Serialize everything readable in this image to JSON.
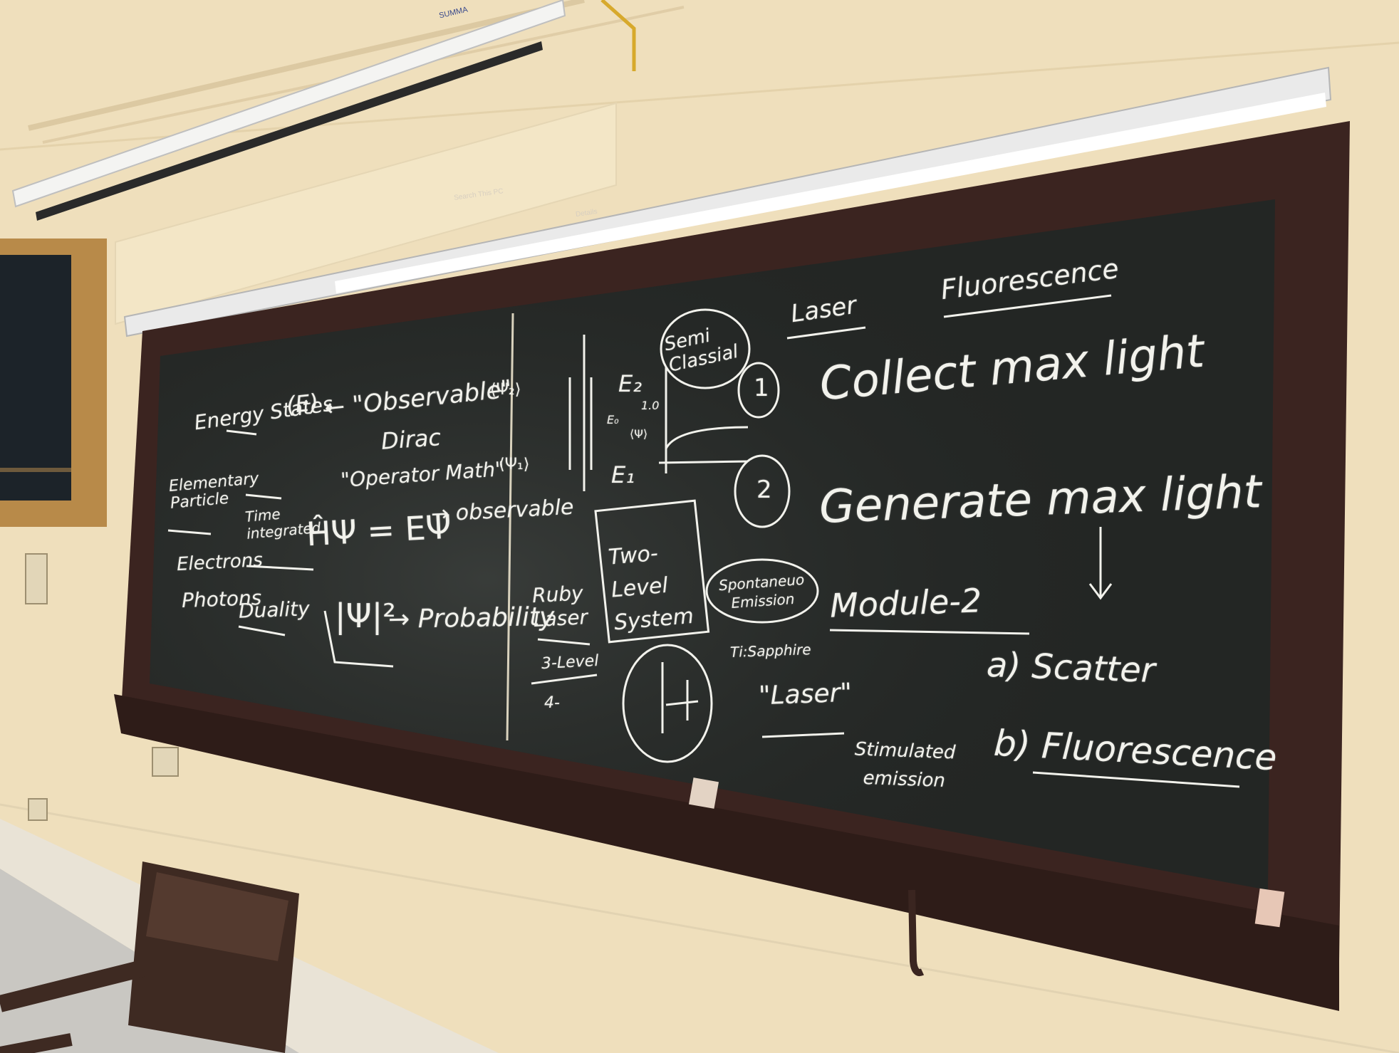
{
  "scene": {
    "projector_brand": "SUMMA",
    "projected_search": "Search This PC",
    "projected_details": "Details"
  },
  "board": {
    "left": {
      "energy_states": "Energy States",
      "e_symbol": "(E)",
      "observable": "← \"Observable\"",
      "dirac": "Dirac",
      "operator_math": "\"Operator Math\"",
      "elementary_particle": "Elementary Particle",
      "time_integrated": "Time integrated",
      "schrodinger": "ĤΨ = EΨ",
      "observable2": "→ observable",
      "electrons": "Electrons",
      "photons": "Photons",
      "duality": "Duality",
      "psi_squared": "|Ψ|²",
      "probability": "→ Probability"
    },
    "middle": {
      "psi2": "⟨Ψ₂⟩",
      "psi1": "⟨Ψ₁⟩",
      "e2": "E₂",
      "e1": "E₁",
      "e0": "E₀",
      "one_point_zero": "1.0",
      "psi_avg": "⟨Ψ⟩",
      "semi_classical": "Semi Classial",
      "two_level_system": "Two-Level System",
      "ruby_laser": "Ruby Laser",
      "three_level": "3-Level",
      "four_level": "4-",
      "spontaneous_emission": "Spontaneuo Emission",
      "ti_sapphire": "Ti:Sapphire",
      "laser_quote": "\"Laser\"",
      "stimulated_emission": "Stimulated emission"
    },
    "right": {
      "laser": "Laser",
      "fluorescence_title": "Fluorescence",
      "num1": "1",
      "collect": "Collect max light",
      "num2": "2",
      "generate": "Generate max light",
      "module": "Module-2",
      "scatter": "a) Scatter",
      "fluorescence_b": "b) Fluorescence"
    }
  }
}
